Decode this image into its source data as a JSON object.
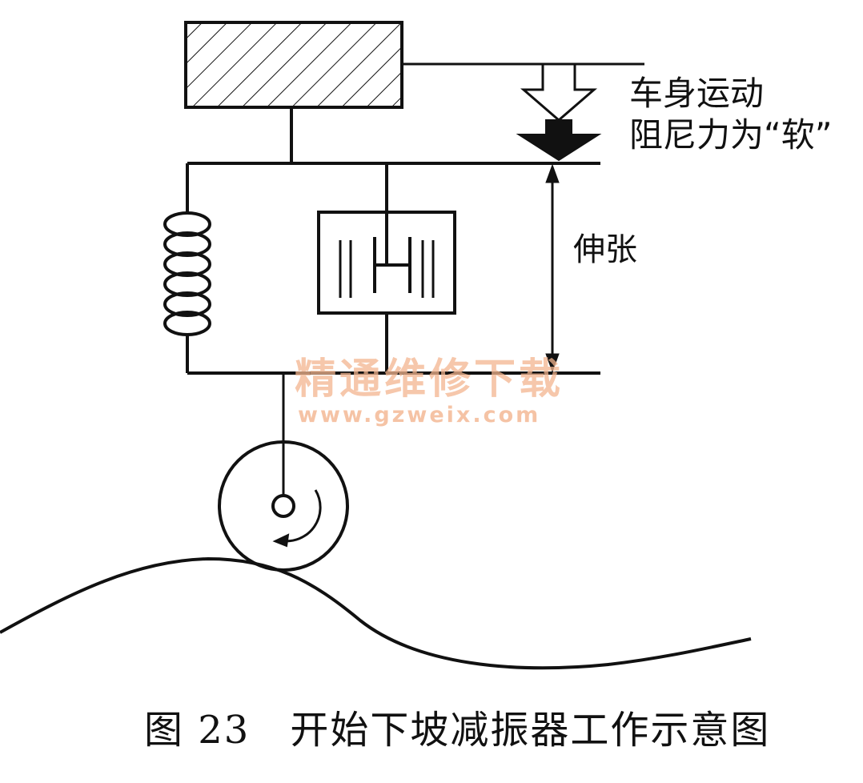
{
  "labels": {
    "body_motion": "车身运动",
    "damping_force": "阻尼力为“软”",
    "extension": "伸张"
  },
  "caption": "图 23　开始下坡减振器工作示意图",
  "watermark": {
    "name": "精通维修下载",
    "url": "www.gzweix.com"
  },
  "colors": {
    "line": "#111111",
    "watermark": "#f3b58f"
  }
}
